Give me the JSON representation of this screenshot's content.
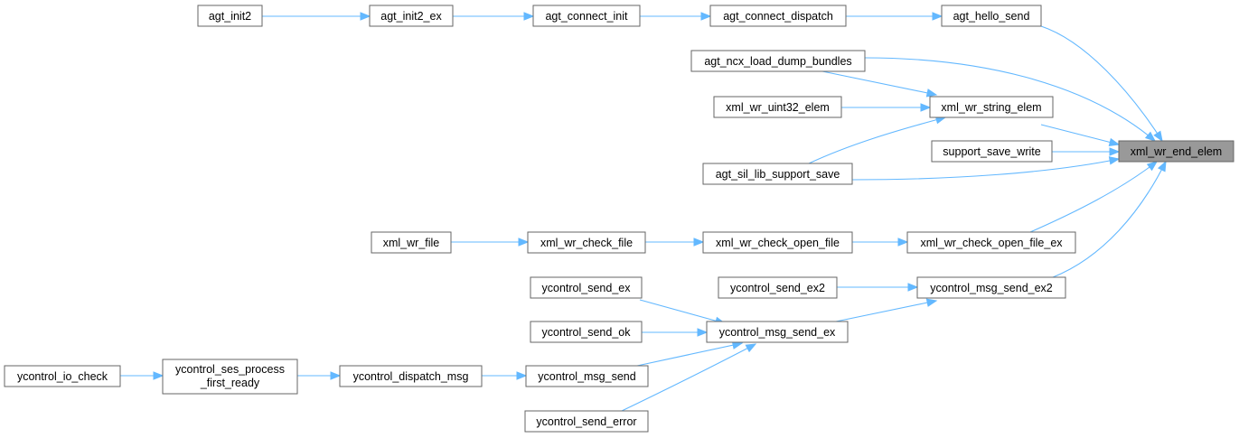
{
  "graph": {
    "edge_color": "#63b8ff",
    "node_border_color": "#666666",
    "root_fill_color": "#999999",
    "nodes": {
      "xml_wr_end_elem": "xml_wr_end_elem",
      "agt_hello_send": "agt_hello_send",
      "agt_connect_dispatch": "agt_connect_dispatch",
      "agt_connect_init": "agt_connect_init",
      "agt_init2_ex": "agt_init2_ex",
      "agt_init2": "agt_init2",
      "agt_ncx_load_dump_bundles": "agt_ncx_load_dump_bundles",
      "xml_wr_string_elem": "xml_wr_string_elem",
      "xml_wr_uint32_elem": "xml_wr_uint32_elem",
      "support_save_write": "support_save_write",
      "agt_sil_lib_support_save": "agt_sil_lib_support_save",
      "xml_wr_check_open_file_ex": "xml_wr_check_open_file_ex",
      "xml_wr_check_open_file": "xml_wr_check_open_file",
      "xml_wr_check_file": "xml_wr_check_file",
      "xml_wr_file": "xml_wr_file",
      "ycontrol_msg_send_ex2": "ycontrol_msg_send_ex2",
      "ycontrol_send_ex2": "ycontrol_send_ex2",
      "ycontrol_msg_send_ex": "ycontrol_msg_send_ex",
      "ycontrol_send_ex": "ycontrol_send_ex",
      "ycontrol_send_ok": "ycontrol_send_ok",
      "ycontrol_msg_send": "ycontrol_msg_send",
      "ycontrol_send_error": "ycontrol_send_error",
      "ycontrol_dispatch_msg": "ycontrol_dispatch_msg",
      "ycontrol_ses_process_first_ready_line1": "ycontrol_ses_process",
      "ycontrol_ses_process_first_ready_line2": "_first_ready",
      "ycontrol_io_check": "ycontrol_io_check"
    }
  }
}
